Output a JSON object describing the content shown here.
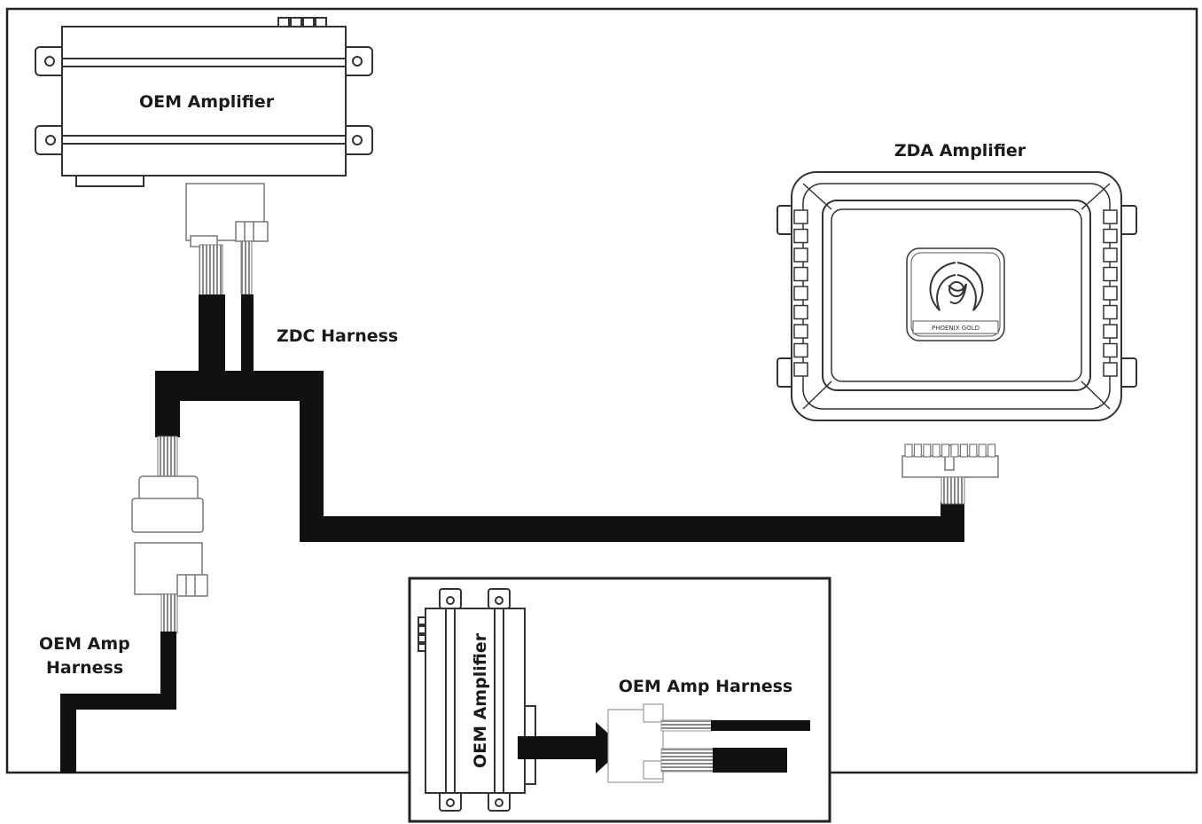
{
  "labels": {
    "oem_amplifier": "OEM Amplifier",
    "zda_amplifier": "ZDA Amplifier",
    "zdc_harness": "ZDC Harness",
    "oem_amp_harness_line1": "OEM Amp",
    "oem_amp_harness_line2": "Harness",
    "inset_oem_amplifier": "OEM Amplifier",
    "inset_oem_amp_harness": "OEM Amp Harness",
    "logo_text": "PHOENIX GOLD"
  },
  "colors": {
    "cable": "#111111",
    "outline": "#333333",
    "wire": "#888888",
    "background": "#ffffff"
  }
}
